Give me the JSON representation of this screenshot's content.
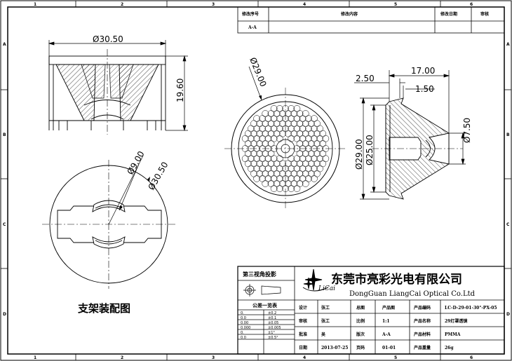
{
  "sheet": {
    "zones_top": [
      "1",
      "2",
      "3",
      "4",
      "5",
      "6"
    ],
    "zones_side": [
      "A",
      "B",
      "C",
      "D"
    ]
  },
  "revision": {
    "headers": [
      "修改序号",
      "修改内容",
      "修改日期",
      "审核"
    ],
    "rows": [
      [
        "A-A",
        "",
        "",
        ""
      ]
    ]
  },
  "views": {
    "assembly_caption": "支架装配图",
    "dimensions": {
      "top_width": "Ø30.50",
      "height": "19.60",
      "front_dia": "Ø29.00",
      "bracket_inner": "Ø9.00",
      "bracket_outer": "Ø30.50",
      "side_length": "17.00",
      "side_step": "2.50",
      "side_step2": "1.50",
      "side_dia_outer": "Ø29.00",
      "side_dia_inner": "Ø25.00",
      "side_dia_tip": "Ø7.50"
    }
  },
  "titleblock": {
    "projection_label": "第三视角投影",
    "tolerance_title": "公差一览表",
    "tolerance_rows": [
      [
        "0.",
        "±0.2"
      ],
      [
        "0.0",
        "±0.1"
      ],
      [
        "0.00",
        "±0.05"
      ],
      [
        "0.000",
        "±0.005"
      ],
      [
        "0.",
        "±1°"
      ],
      [
        "0.0",
        "±0.5°"
      ]
    ],
    "company_cn": "东莞市亮彩光电有限公司",
    "company_en": "DongGuan LiangCai Optical Co.Ltd",
    "logo_text": "LiCai",
    "fields": [
      [
        "设计",
        "张工",
        "总图",
        "产品图",
        "产品编码",
        "LC-D-29-01-30°-PX-05"
      ],
      [
        "审核",
        "张工",
        "比例",
        "1:1",
        "产品名称",
        "29灯罩透镜"
      ],
      [
        "批准",
        "吴",
        "版次",
        "A-A",
        "产品材料",
        "PMMA"
      ],
      [
        "日期",
        "2013-07-25",
        "页码",
        "01-01",
        "产品重量",
        "26g"
      ]
    ]
  }
}
